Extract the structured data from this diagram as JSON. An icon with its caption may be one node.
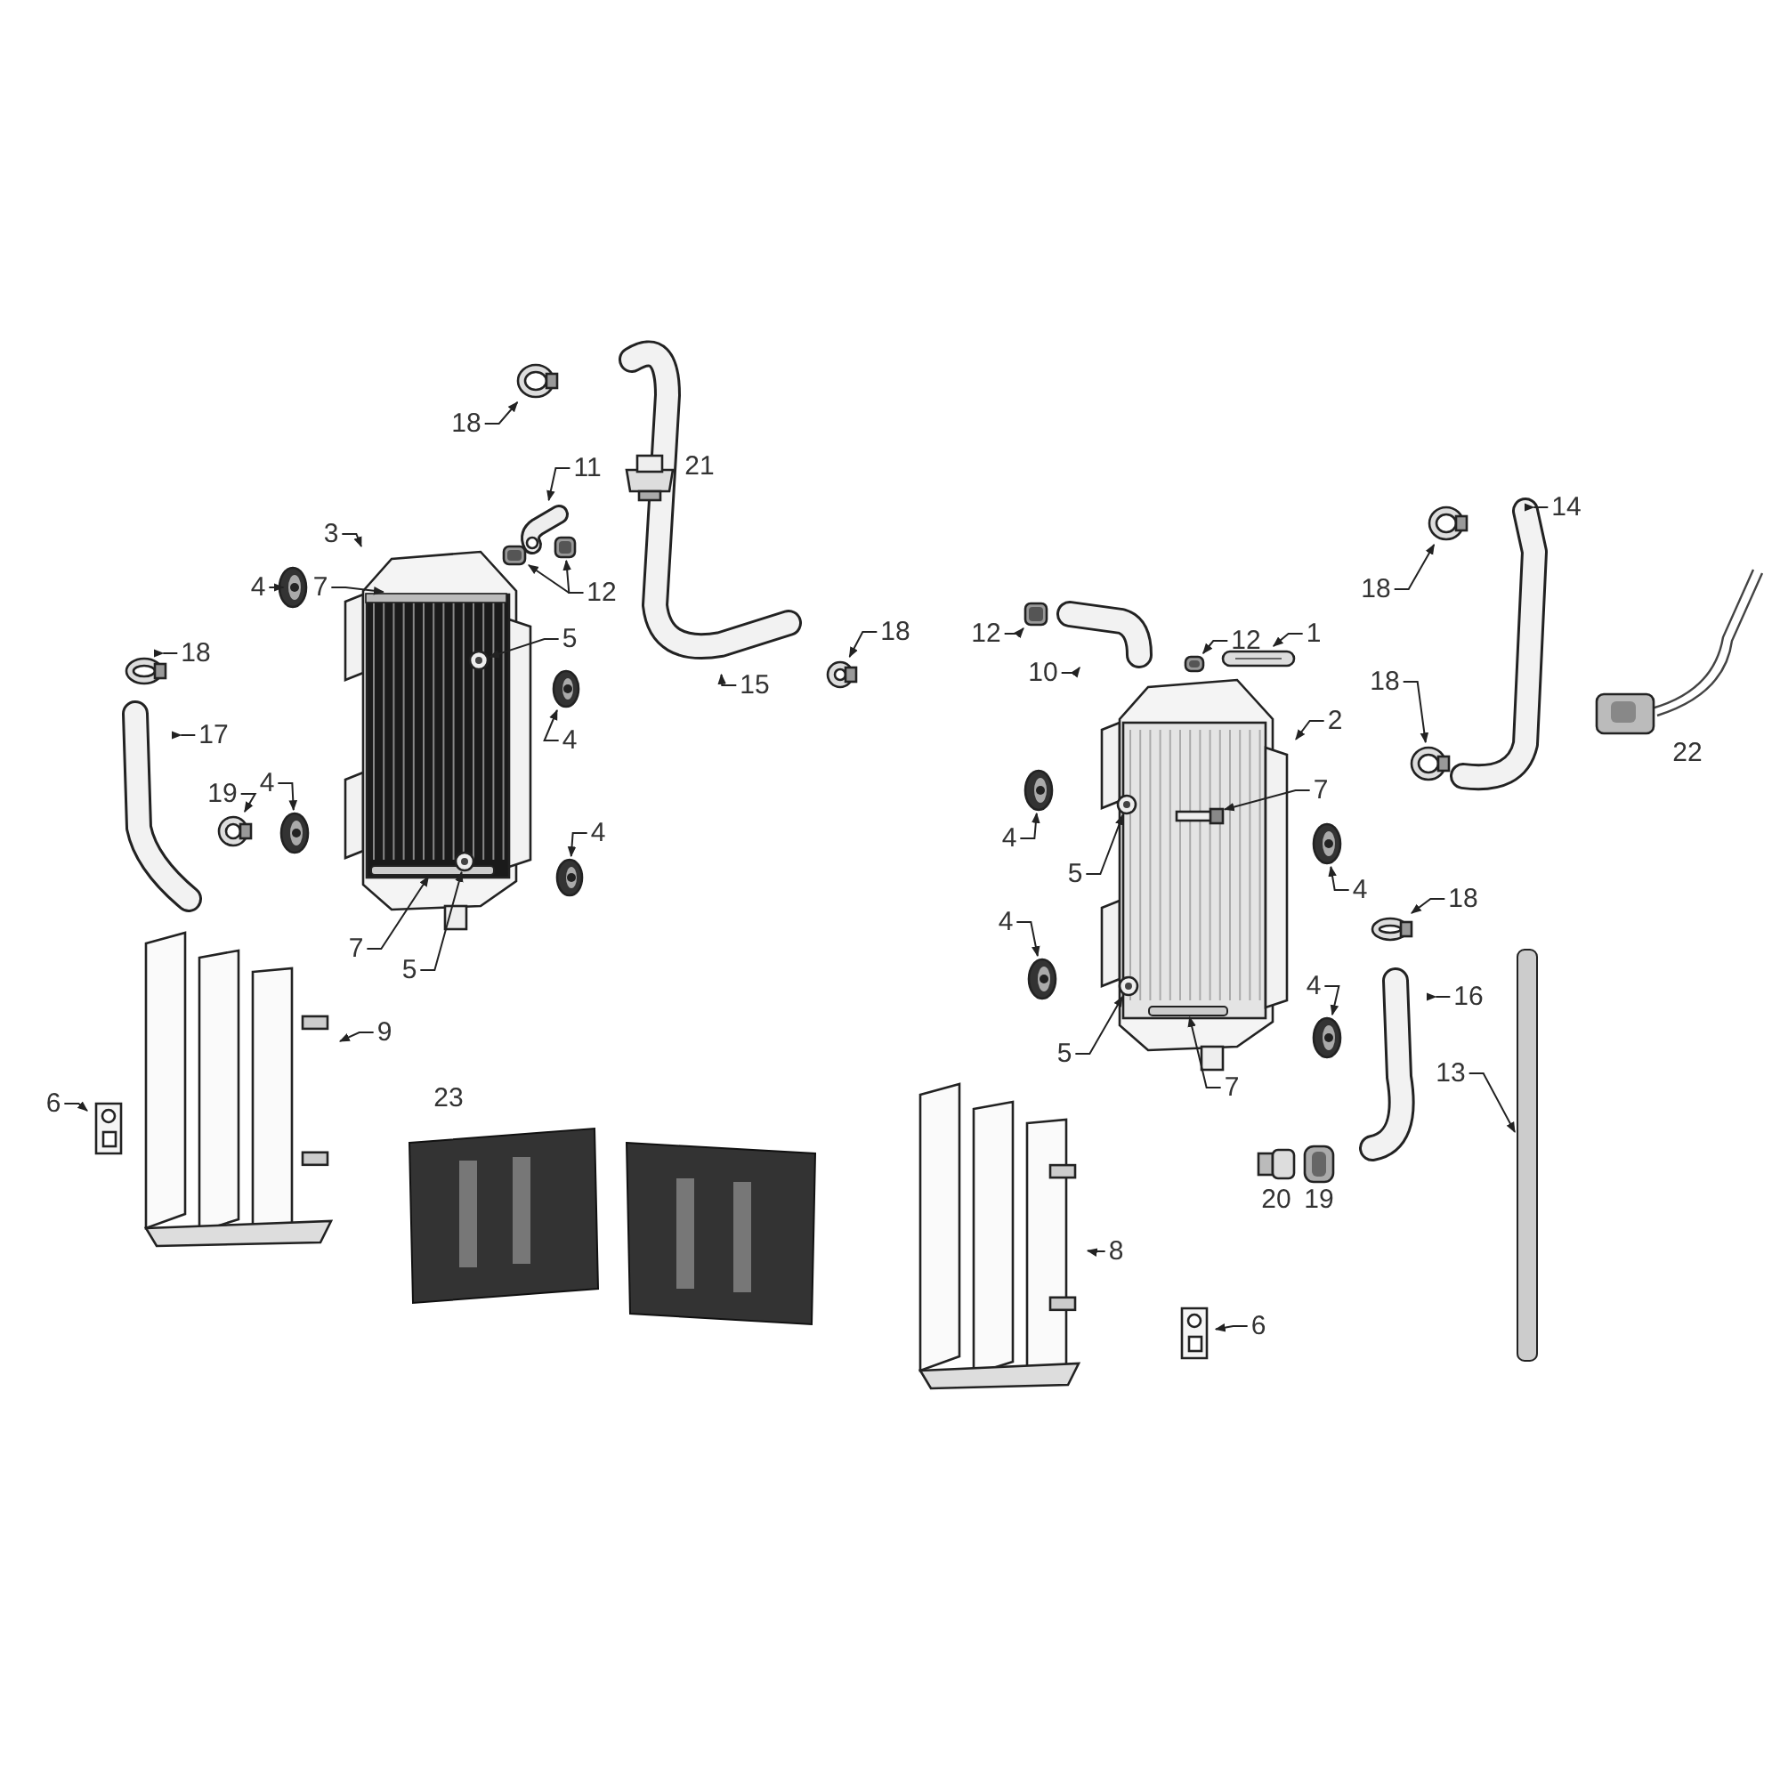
{
  "diagram": {
    "nodes": [
      {
        "text": [
          "18"
        ]
      },
      {
        "text": [],
        "shape": "picture"
      },
      {
        "text": [
          "11"
        ]
      },
      {
        "text": [],
        "shape": "picture"
      },
      {
        "text": [
          "3"
        ]
      },
      {
        "text": [],
        "shape": "picture"
      },
      {
        "text": [
          "12"
        ]
      },
      {
        "text": [],
        "shape": "picture"
      },
      {
        "text": [],
        "shape": "picture"
      },
      {
        "text": [
          "4"
        ]
      },
      {
        "text": [],
        "shape": "picture"
      },
      {
        "text": [
          "7"
        ]
      },
      {
        "text": [],
        "shape": "picture",
        "in": 5
      },
      {
        "text": [
          "5"
        ]
      },
      {
        "text": [],
        "shape": "picture",
        "in": 5
      },
      {
        "text": [
          "15"
        ]
      },
      {
        "text": [],
        "shape": "picture"
      },
      {
        "text": [
          "18"
        ]
      },
      {
        "text": [],
        "shape": "picture"
      },
      {
        "text": [
          "18"
        ]
      },
      {
        "text": [],
        "shape": "picture"
      },
      {
        "text": [
          "4"
        ]
      },
      {
        "text": [],
        "shape": "picture"
      },
      {
        "text": [
          "17"
        ]
      },
      {
        "text": [],
        "shape": "picture"
      },
      {
        "text": [
          "19"
        ]
      },
      {
        "text": [],
        "shape": "picture"
      },
      {
        "text": [
          "4"
        ]
      },
      {
        "text": [],
        "shape": "picture"
      },
      {
        "text": [
          "4"
        ]
      },
      {
        "text": [],
        "shape": "picture"
      },
      {
        "text": [
          "7"
        ]
      },
      {
        "text": [],
        "shape": "bar",
        "in": 5
      },
      {
        "text": [
          "5"
        ]
      },
      {
        "text": [],
        "shape": "picture",
        "in": 5
      },
      {
        "text": [
          "9"
        ]
      },
      {
        "text": [],
        "shape": "picture"
      },
      {
        "text": [
          "6"
        ]
      },
      {
        "text": [],
        "shape": "picture"
      },
      {
        "text": [
          "12"
        ]
      },
      {
        "text": [],
        "shape": "picture"
      },
      {
        "text": [
          "10"
        ]
      },
      {
        "text": [],
        "shape": "picture"
      },
      {
        "text": [
          "12"
        ]
      },
      {
        "text": [],
        "shape": "picture"
      },
      {
        "text": [
          "1"
        ]
      },
      {
        "text": [],
        "shape": "picture"
      },
      {
        "text": [
          "14"
        ]
      },
      {
        "text": [],
        "shape": "picture"
      },
      {
        "text": [
          "18"
        ]
      },
      {
        "text": [],
        "shape": "picture"
      },
      {
        "text": [
          "2"
        ]
      },
      {
        "text": [],
        "shape": "picture"
      },
      {
        "text": [
          "18"
        ]
      },
      {
        "text": [],
        "shape": "picture"
      },
      {
        "text": [
          "7"
        ]
      },
      {
        "text": [],
        "shape": "picture",
        "in": 52
      },
      {
        "text": [
          "4"
        ]
      },
      {
        "text": [],
        "shape": "picture"
      },
      {
        "text": [
          "5"
        ]
      },
      {
        "text": [],
        "shape": "picture",
        "in": 52
      },
      {
        "text": [
          "4"
        ]
      },
      {
        "text": [],
        "shape": "picture"
      },
      {
        "text": [
          "18"
        ]
      },
      {
        "text": [],
        "shape": "picture"
      },
      {
        "text": [
          "4"
        ]
      },
      {
        "text": [],
        "shape": "picture"
      },
      {
        "text": [
          "16"
        ]
      },
      {
        "text": [],
        "shape": "picture"
      },
      {
        "text": [
          "4"
        ]
      },
      {
        "text": [],
        "shape": "picture"
      },
      {
        "text": [
          "5"
        ]
      },
      {
        "text": [],
        "shape": "picture",
        "in": 52
      },
      {
        "text": [
          "7"
        ]
      },
      {
        "text": [],
        "shape": "bar",
        "in": 52
      },
      {
        "text": [
          "13"
        ]
      },
      {
        "text": [],
        "shape": "bar"
      },
      {
        "text": [
          "8"
        ]
      },
      {
        "text": [],
        "shape": "picture"
      },
      {
        "text": [
          "6"
        ]
      },
      {
        "text": [],
        "shape": "picture"
      }
    ],
    "edges": [
      {
        "from": 0,
        "to": 1,
        "arrow": "to"
      },
      {
        "from": 2,
        "to": 3,
        "arrow": "to"
      },
      {
        "from": 4,
        "to": 5,
        "arrow": "to"
      },
      {
        "from": 6,
        "to": 7,
        "arrow": "to"
      },
      {
        "from": 6,
        "to": 8,
        "arrow": "to"
      },
      {
        "from": 9,
        "to": 10,
        "arrow": "to"
      },
      {
        "from": 11,
        "to": 12,
        "arrow": "to"
      },
      {
        "from": 13,
        "to": 14,
        "arrow": "to"
      },
      {
        "from": 15,
        "to": 16,
        "arrow": "to"
      },
      {
        "from": 17,
        "to": 18,
        "arrow": "to"
      },
      {
        "from": 19,
        "to": 20,
        "arrow": "to"
      },
      {
        "from": 21,
        "to": 22,
        "arrow": "to"
      },
      {
        "from": 23,
        "to": 24,
        "arrow": "to"
      },
      {
        "from": 25,
        "to": 26,
        "arrow": "to"
      },
      {
        "from": 27,
        "to": 28,
        "arrow": "to"
      },
      {
        "from": 29,
        "to": 30,
        "arrow": "to"
      },
      {
        "from": 31,
        "to": 32,
        "arrow": "to"
      },
      {
        "from": 33,
        "to": 34,
        "arrow": "to"
      },
      {
        "from": 35,
        "to": 36,
        "arrow": "to"
      },
      {
        "from": 37,
        "to": 38,
        "arrow": "to"
      },
      {
        "from": 39,
        "to": 40,
        "arrow": "to"
      },
      {
        "from": 41,
        "to": 42,
        "arrow": "to"
      },
      {
        "from": 43,
        "to": 44,
        "arrow": "to"
      },
      {
        "from": 45,
        "to": 46,
        "arrow": "to"
      },
      {
        "from": 47,
        "to": 48,
        "arrow": "to"
      },
      {
        "from": 49,
        "to": 50,
        "arrow": "to"
      },
      {
        "from": 51,
        "to": 52,
        "arrow": "to"
      },
      {
        "from": 53,
        "to": 54,
        "arrow": "to"
      },
      {
        "from": 55,
        "to": 56,
        "arrow": "to"
      },
      {
        "from": 57,
        "to": 58,
        "arrow": "to"
      },
      {
        "from": 59,
        "to": 60,
        "arrow": "to"
      },
      {
        "from": 61,
        "to": 62,
        "arrow": "to"
      },
      {
        "from": 63,
        "to": 64,
        "arrow": "to"
      },
      {
        "from": 65,
        "to": 66,
        "arrow": "to"
      },
      {
        "from": 67,
        "to": 68,
        "arrow": "to"
      },
      {
        "from": 69,
        "to": 70,
        "arrow": "to"
      },
      {
        "from": 71,
        "to": 72,
        "arrow": "to"
      },
      {
        "from": 73,
        "to": 74,
        "arrow": "to"
      },
      {
        "from": 75,
        "to": 76,
        "arrow": "to"
      },
      {
        "from": 77,
        "to": 78,
        "arrow": "to"
      },
      {
        "from": 79,
        "to": 80,
        "arrow": "to"
      }
    ],
    "labels": [
      "21",
      "22",
      "23",
      "20",
      "19"
    ]
  }
}
